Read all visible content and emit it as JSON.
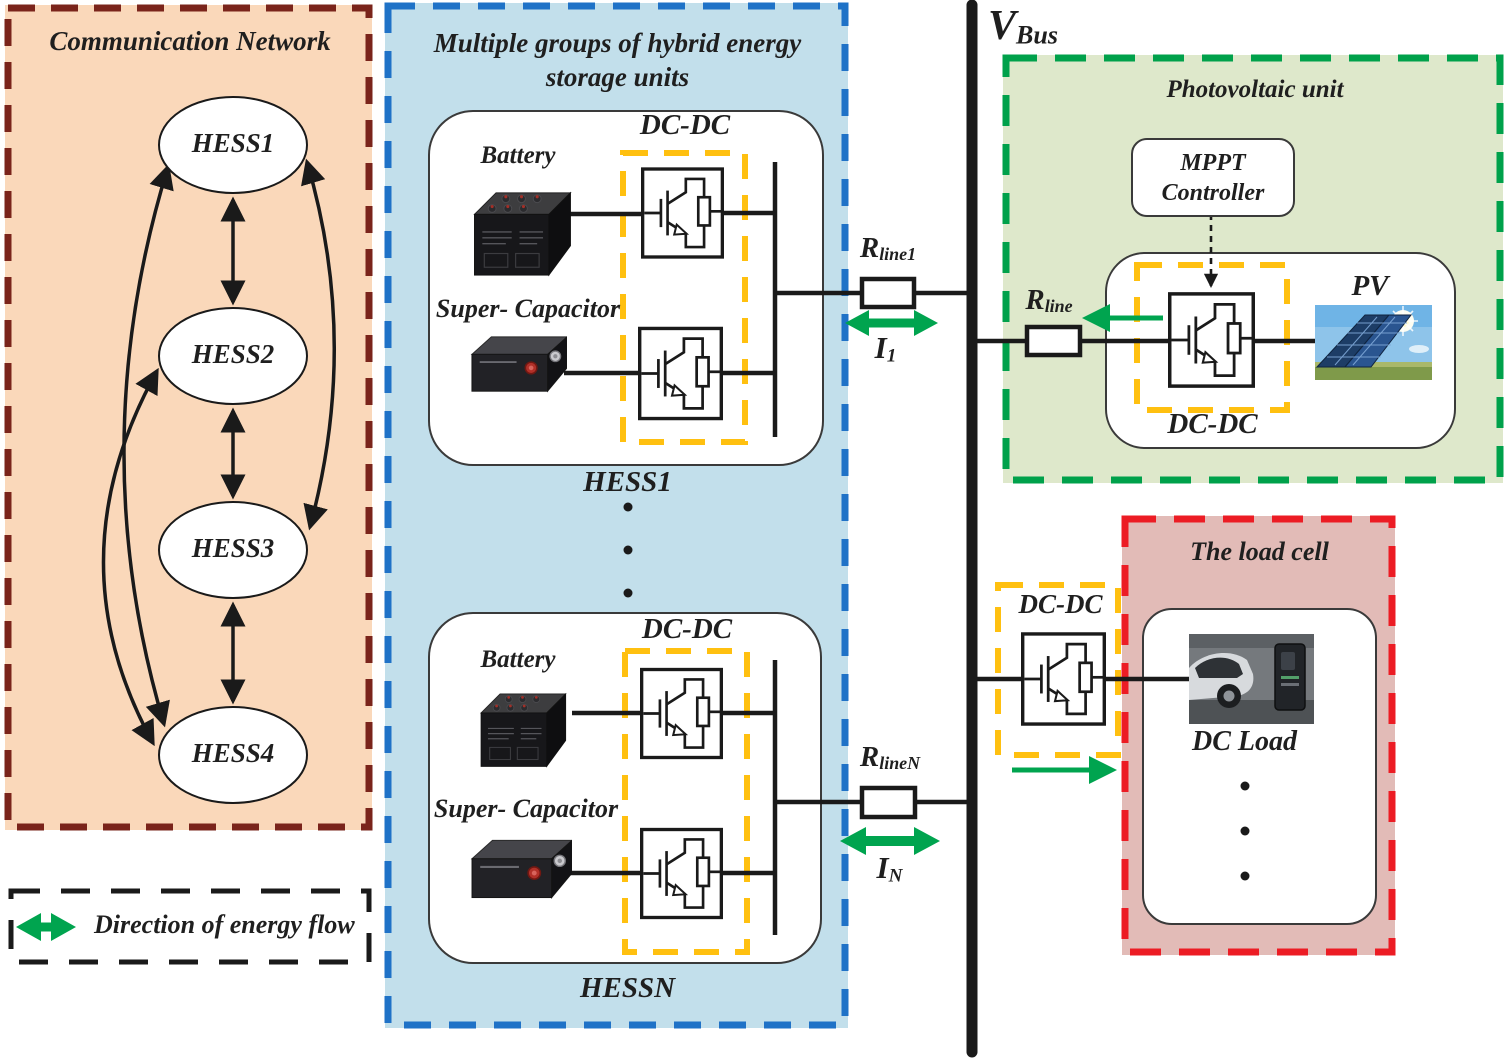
{
  "communication_network": {
    "title": "Communication Network",
    "nodes": [
      "HESS1",
      "HESS2",
      "HESS3",
      "HESS4"
    ]
  },
  "storage_group": {
    "title_line1": "Multiple groups of hybrid energy",
    "title_line2": "storage units",
    "units": [
      {
        "name": "HESS1",
        "converter_label": "DC-DC",
        "battery_label": "Battery",
        "supercapacitor_label": "Super- Capacitor"
      },
      {
        "name": "HESSN",
        "converter_label": "DC-DC",
        "battery_label": "Battery",
        "supercapacitor_label": "Super- Capacitor"
      }
    ]
  },
  "bus": {
    "symbol": "V",
    "subscript": "Bus"
  },
  "line_resistors": {
    "rline1": {
      "symbol": "R",
      "subscript": "line1"
    },
    "rlineN": {
      "symbol": "R",
      "subscript": "lineN"
    },
    "rline_pv": {
      "symbol": "R",
      "subscript": "line"
    }
  },
  "currents": {
    "i1": {
      "symbol": "I",
      "subscript": "1"
    },
    "iN": {
      "symbol": "I",
      "subscript": "N"
    }
  },
  "pv_unit": {
    "title": "Photovoltaic unit",
    "mppt_line1": "MPPT",
    "mppt_line2": "Controller",
    "converter_label": "DC-DC",
    "panel_label": "PV"
  },
  "load_cell": {
    "title": "The load cell",
    "converter_label": "DC-DC",
    "load_label": "DC Load"
  },
  "legend": {
    "label": "Direction of energy flow"
  },
  "colors": {
    "comm_border": "#7A241B",
    "comm_bg": "#FAD8BA",
    "storage_border": "#1F72C7",
    "storage_bg": "#C2DFEB",
    "pv_border": "#00A14B",
    "pv_bg": "#DEE8CB",
    "load_border": "#EC1C24",
    "load_bg": "#E2BBB7",
    "converter_box": "#FFC010",
    "energy_flow": "#00A44F"
  }
}
